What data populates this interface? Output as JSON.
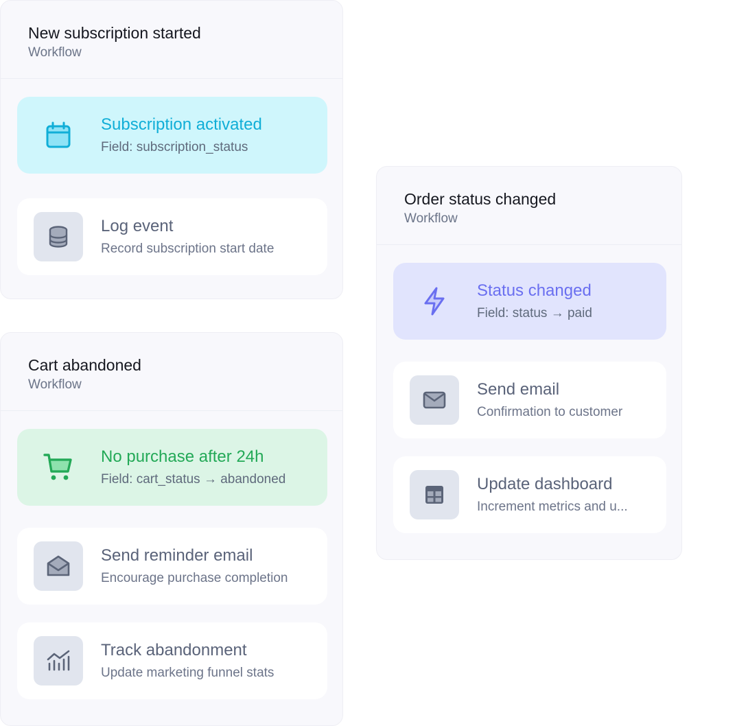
{
  "workflows": [
    {
      "title": "New subscription started",
      "subtitle": "Workflow",
      "trigger": {
        "title": "Subscription activated",
        "desc": "Field: subscription_status",
        "icon": "calendar-icon",
        "color": "#10aed7"
      },
      "actions": [
        {
          "title": "Log event",
          "desc": "Record subscription start date",
          "icon": "database-icon"
        }
      ]
    },
    {
      "title": "Cart abandoned",
      "subtitle": "Workflow",
      "trigger": {
        "title": "No purchase after 24h",
        "desc": "Field: cart_status → abandoned",
        "icon": "shopping-cart-icon",
        "color": "#23a957"
      },
      "actions": [
        {
          "title": "Send reminder email",
          "desc": "Encourage purchase completion",
          "icon": "mail-open-icon"
        },
        {
          "title": "Track abandonment",
          "desc": "Update marketing funnel stats",
          "icon": "chart-bars-icon"
        }
      ]
    },
    {
      "title": "Order status changed",
      "subtitle": "Workflow",
      "trigger": {
        "title": "Status changed",
        "desc": "Field: status → paid",
        "icon": "lightning-icon",
        "color": "#6a6ff0"
      },
      "actions": [
        {
          "title": "Send email",
          "desc": "Confirmation to customer",
          "icon": "mail-icon"
        },
        {
          "title": "Update dashboard",
          "desc": "Increment metrics and u...",
          "icon": "table-grid-icon"
        }
      ]
    }
  ]
}
